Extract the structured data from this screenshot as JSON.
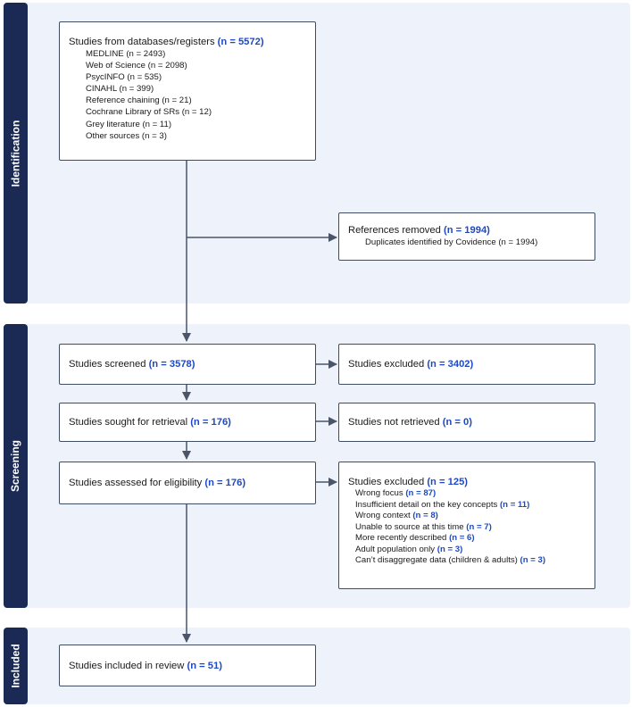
{
  "sections": {
    "identification": "Identification",
    "screening": "Screening",
    "included": "Included"
  },
  "databases": {
    "title": "Studies from databases/registers",
    "n": "(n = 5572)",
    "items": [
      "MEDLINE (n = 2493)",
      "Web of Science (n = 2098)",
      "PsycINFO (n = 535)",
      "CINAHL (n = 399)",
      "Reference chaining (n = 21)",
      "Cochrane Library of SRs (n = 12)",
      "Grey literature (n = 11)",
      "Other sources (n = 3)"
    ]
  },
  "removed": {
    "title": "References removed",
    "n": "(n = 1994)",
    "items": [
      "Duplicates identified by Covidence (n = 1994)"
    ]
  },
  "screened": {
    "title": "Studies screened",
    "n": "(n = 3578)"
  },
  "excluded_screen": {
    "title": "Studies excluded",
    "n": "(n = 3402)"
  },
  "sought": {
    "title": "Studies sought for retrieval",
    "n": "(n = 176)"
  },
  "not_retrieved": {
    "title": "Studies not retrieved",
    "n": "(n = 0)"
  },
  "assessed": {
    "title": "Studies assessed for eligibility",
    "n": "(n = 176)"
  },
  "excluded_full": {
    "title": "Studies excluded",
    "n": "(n = 125)",
    "reasons": [
      {
        "label": "Wrong focus",
        "n": "(n = 87)"
      },
      {
        "label": "Insufficient detail on the key concepts",
        "n": "(n = 11)"
      },
      {
        "label": "Wrong context",
        "n": "(n = 8)"
      },
      {
        "label": "Unable to source at this time",
        "n": "(n = 7)"
      },
      {
        "label": "More recently described",
        "n": "(n = 6)"
      },
      {
        "label": "Adult population only",
        "n": "(n = 3)"
      },
      {
        "label": "Can’t disaggregate data (children & adults)",
        "n": "(n = 3)"
      }
    ]
  },
  "included": {
    "title": "Studies included in review",
    "n": "(n = 51)"
  },
  "colors": {
    "tab": "#1b2a55",
    "section_bg": "#eef3fb",
    "box_border": "#3f4d63",
    "count": "#1f49c4",
    "arrow": "#4a5568"
  }
}
